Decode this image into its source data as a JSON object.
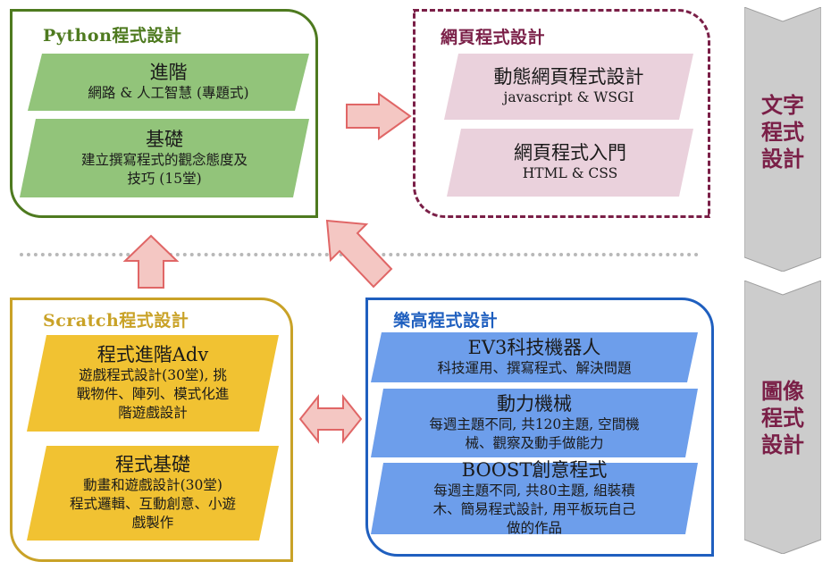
{
  "python": {
    "title": "Python程式設計",
    "advanced": {
      "title": "進階",
      "desc": "網路 & 人工智慧 (專題式)"
    },
    "basic": {
      "title": "基礎",
      "desc1": "建立撰寫程式的觀念態度及",
      "desc2": "技巧 (15堂)"
    }
  },
  "web": {
    "title": "網頁程式設計",
    "dynamic": {
      "title": "動態網頁程式設計",
      "desc": "javascript & WSGI"
    },
    "intro": {
      "title": "網頁程式入門",
      "desc": "HTML & CSS"
    }
  },
  "scratch": {
    "title": "Scratch程式設計",
    "advanced": {
      "title": "程式進階Adv",
      "desc1": "遊戲程式設計(30堂), 挑",
      "desc2": "戰物件、陣列、模式化進",
      "desc3": "階遊戲設計"
    },
    "basic": {
      "title": "程式基礎",
      "desc1": "動畫和遊戲設計(30堂)",
      "desc2": "程式邏輯、互動創意、小遊",
      "desc3": "戲製作"
    }
  },
  "lego": {
    "title": "樂高程式設計",
    "ev3": {
      "title": "EV3科技機器人",
      "desc": "科技運用、撰寫程式、解決問題"
    },
    "power": {
      "title": "動力機械",
      "desc1": "每週主題不同, 共120主題, 空間機",
      "desc2": "械、觀察及動手做能力"
    },
    "boost": {
      "title": "BOOST創意程式",
      "desc1": "每週主題不同, 共80主題, 組裝積",
      "desc2": "木、簡易程式設計, 用平板玩自己",
      "desc3": "做的作品"
    }
  },
  "side": {
    "text_label": [
      "文字",
      "程式",
      "設計"
    ],
    "image_label": [
      "圖像",
      "程式",
      "設計"
    ]
  },
  "colors": {
    "python_border": "#4e7a1f",
    "python_fill": "#92c47a",
    "web_border": "#7a1f47",
    "web_fill": "#ead1dc",
    "scratch_border": "#c9a227",
    "scratch_fill": "#f1c232",
    "lego_border": "#1f5fbf",
    "lego_fill": "#6d9eeb",
    "arrow_fill": "#f4c7c3",
    "arrow_stroke": "#e06666",
    "chevron_fill": "#cccccc"
  }
}
